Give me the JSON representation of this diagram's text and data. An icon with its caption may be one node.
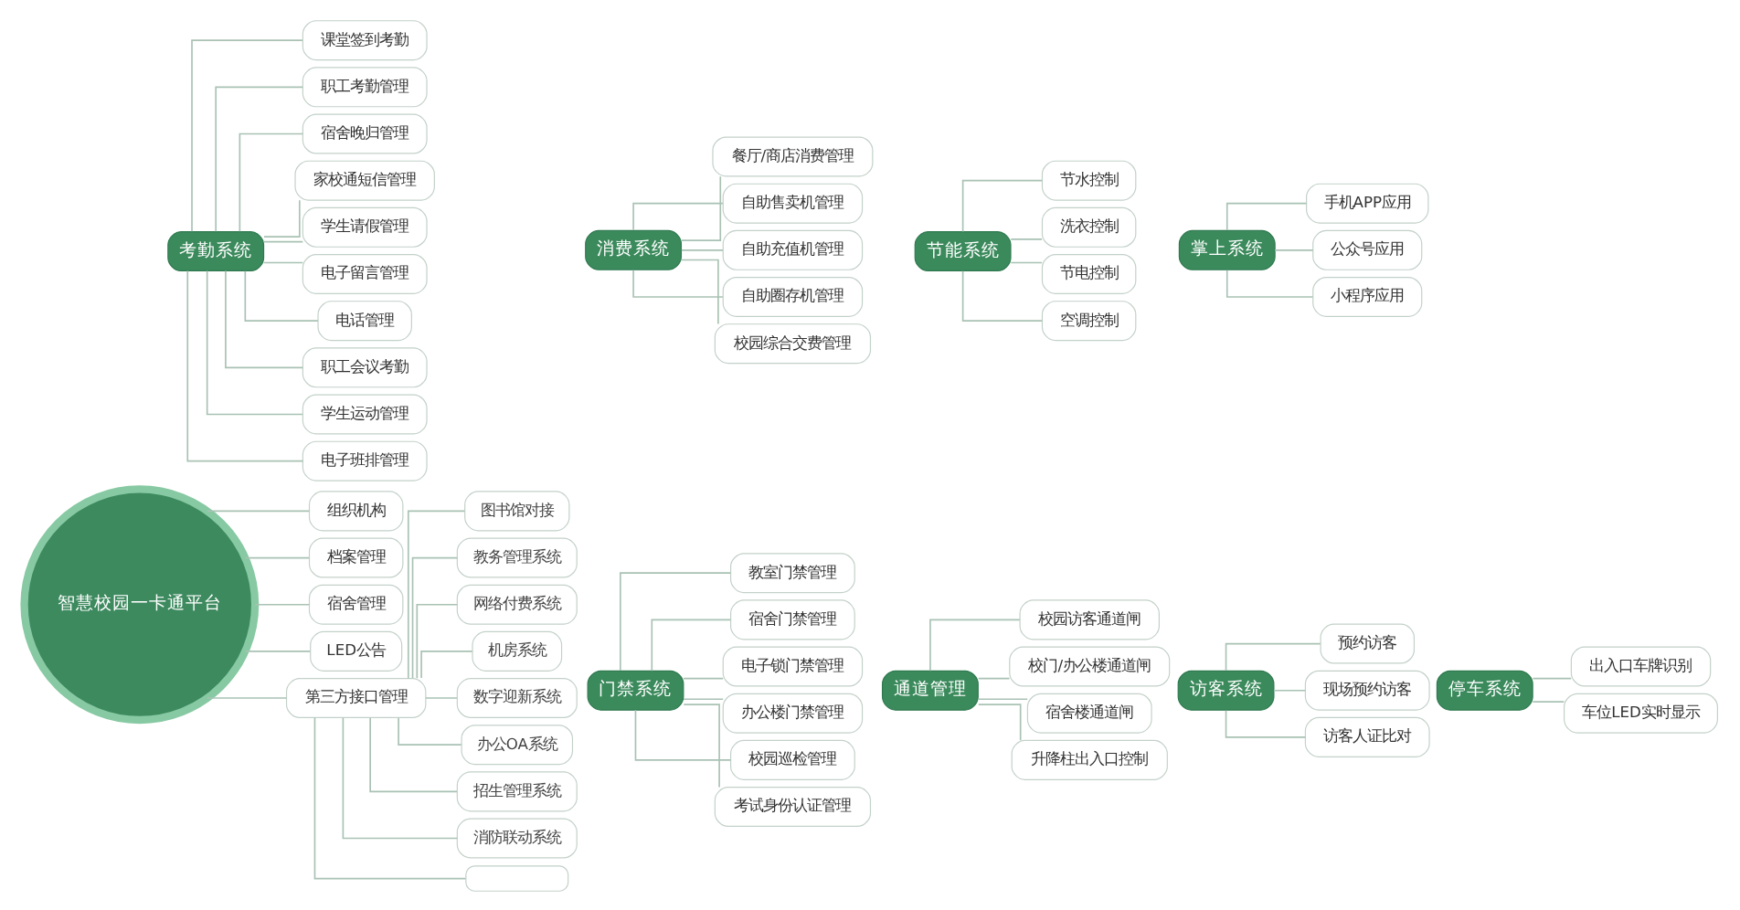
{
  "diagram": {
    "nodes": [
      {
        "text": [
          "智慧校园一卡通平台"
        ]
      },
      {
        "text": [
          "通道管理"
        ]
      },
      {
        "text": [
          "停车系统"
        ]
      },
      {
        "text": [
          "访客系统"
        ]
      },
      {
        "text": [
          "门禁系统"
        ]
      },
      {
        "text": [
          "节能系统"
        ]
      },
      {
        "text": [
          "掌上系统"
        ]
      },
      {
        "text": [
          "消费系统"
        ]
      },
      {
        "text": [
          "考勤系统"
        ]
      },
      {
        "text": [
          "校园访客通道闸"
        ]
      },
      {
        "text": [
          "校门/办公楼通道闸"
        ]
      },
      {
        "text": [
          "宿舍楼通道闸"
        ]
      },
      {
        "text": [
          "升降柱出入口控制"
        ]
      },
      {
        "text": [
          "出入口车牌识别"
        ]
      },
      {
        "text": [
          "车位LED实时显示"
        ]
      },
      {
        "text": [
          "预约访客"
        ]
      },
      {
        "text": [
          "现场预约访客"
        ]
      },
      {
        "text": [
          "访客人证比对"
        ]
      },
      {
        "text": [
          "教室门禁管理"
        ]
      },
      {
        "text": [
          "宿舍门禁管理"
        ]
      },
      {
        "text": [
          "电子锁门禁管理"
        ]
      },
      {
        "text": [
          "办公楼门禁管理"
        ]
      },
      {
        "text": [
          "校园巡检管理"
        ]
      },
      {
        "text": [
          "考试身份认证管理"
        ]
      },
      {
        "text": [
          "节水控制"
        ]
      },
      {
        "text": [
          "洗衣控制"
        ]
      },
      {
        "text": [
          "节电控制"
        ]
      },
      {
        "text": [
          "空调控制"
        ]
      },
      {
        "text": [
          "手机APP应用"
        ]
      },
      {
        "text": [
          "公众号应用"
        ]
      },
      {
        "text": [
          "小程序应用"
        ]
      },
      {
        "text": [
          "餐厅/商店消费管理"
        ]
      },
      {
        "text": [
          "自助售卖机管理"
        ]
      },
      {
        "text": [
          "自助充值机管理"
        ]
      },
      {
        "text": [
          "自助圈存机管理"
        ]
      },
      {
        "text": [
          "校园综合交费管理"
        ]
      },
      {
        "text": [
          "课堂签到考勤"
        ]
      },
      {
        "text": [
          "职工考勤管理"
        ]
      },
      {
        "text": [
          "宿舍晚归管理"
        ]
      },
      {
        "text": [
          "家校通短信管理"
        ]
      },
      {
        "text": [
          "学生请假管理"
        ]
      },
      {
        "text": [
          "电子留言管理"
        ]
      },
      {
        "text": [
          "电话管理"
        ]
      },
      {
        "text": [
          "职工会议考勤"
        ]
      },
      {
        "text": [
          "学生运动管理"
        ]
      },
      {
        "text": [
          "电子班排管理"
        ]
      },
      {
        "text": [
          "组织机构"
        ]
      },
      {
        "text": [
          "档案管理"
        ]
      },
      {
        "text": [
          "宿舍管理"
        ]
      },
      {
        "text": [
          "LED公告"
        ]
      },
      {
        "text": [
          "第三方接口管理"
        ]
      },
      {
        "text": [
          "图书馆对接"
        ]
      },
      {
        "text": [
          "教务管理系统"
        ]
      },
      {
        "text": [
          "网络付费系统"
        ]
      },
      {
        "text": [
          "机房系统"
        ]
      },
      {
        "text": [
          "数字迎新系统"
        ]
      },
      {
        "text": [
          "办公OA系统"
        ]
      },
      {
        "text": [
          "招生管理系统"
        ]
      },
      {
        "text": [
          "消防联动系统"
        ]
      },
      {
        "text": [],
        "shape": "box"
      }
    ],
    "edges": [
      {
        "from": 1,
        "to": 9,
        "arrow": "none"
      },
      {
        "from": 1,
        "to": 10,
        "arrow": "none"
      },
      {
        "from": 1,
        "to": 11,
        "arrow": "none"
      },
      {
        "from": 1,
        "to": 12,
        "arrow": "none"
      },
      {
        "from": 2,
        "to": 13,
        "arrow": "none"
      },
      {
        "from": 2,
        "to": 14,
        "arrow": "none"
      },
      {
        "from": 3,
        "to": 15,
        "arrow": "none"
      },
      {
        "from": 3,
        "to": 16,
        "arrow": "none"
      },
      {
        "from": 3,
        "to": 17,
        "arrow": "none"
      },
      {
        "from": 4,
        "to": 18,
        "arrow": "none"
      },
      {
        "from": 4,
        "to": 19,
        "arrow": "none"
      },
      {
        "from": 4,
        "to": 20,
        "arrow": "none"
      },
      {
        "from": 4,
        "to": 21,
        "arrow": "none"
      },
      {
        "from": 4,
        "to": 22,
        "arrow": "none"
      },
      {
        "from": 4,
        "to": 23,
        "arrow": "none"
      },
      {
        "from": 5,
        "to": 24,
        "arrow": "none"
      },
      {
        "from": 5,
        "to": 25,
        "arrow": "none"
      },
      {
        "from": 5,
        "to": 26,
        "arrow": "none"
      },
      {
        "from": 5,
        "to": 27,
        "arrow": "none"
      },
      {
        "from": 6,
        "to": 28,
        "arrow": "none"
      },
      {
        "from": 6,
        "to": 29,
        "arrow": "none"
      },
      {
        "from": 6,
        "to": 30,
        "arrow": "none"
      },
      {
        "from": 7,
        "to": 31,
        "arrow": "none"
      },
      {
        "from": 7,
        "to": 32,
        "arrow": "none"
      },
      {
        "from": 7,
        "to": 33,
        "arrow": "none"
      },
      {
        "from": 7,
        "to": 34,
        "arrow": "none"
      },
      {
        "from": 7,
        "to": 35,
        "arrow": "none"
      },
      {
        "from": 8,
        "to": 36,
        "arrow": "none"
      },
      {
        "from": 8,
        "to": 37,
        "arrow": "none"
      },
      {
        "from": 8,
        "to": 38,
        "arrow": "none"
      },
      {
        "from": 8,
        "to": 39,
        "arrow": "none"
      },
      {
        "from": 8,
        "to": 40,
        "arrow": "none"
      },
      {
        "from": 8,
        "to": 41,
        "arrow": "none"
      },
      {
        "from": 8,
        "to": 42,
        "arrow": "none"
      },
      {
        "from": 8,
        "to": 43,
        "arrow": "none"
      },
      {
        "from": 8,
        "to": 44,
        "arrow": "none"
      },
      {
        "from": 8,
        "to": 45,
        "arrow": "none"
      },
      {
        "from": 0,
        "to": 46,
        "arrow": "none"
      },
      {
        "from": 0,
        "to": 47,
        "arrow": "none"
      },
      {
        "from": 0,
        "to": 48,
        "arrow": "none"
      },
      {
        "from": 0,
        "to": 49,
        "arrow": "none"
      },
      {
        "from": 0,
        "to": 50,
        "arrow": "none"
      },
      {
        "from": 50,
        "to": 51,
        "arrow": "none"
      },
      {
        "from": 50,
        "to": 52,
        "arrow": "none"
      },
      {
        "from": 50,
        "to": 53,
        "arrow": "none"
      },
      {
        "from": 50,
        "to": 54,
        "arrow": "none"
      },
      {
        "from": 50,
        "to": 55,
        "arrow": "none"
      },
      {
        "from": 50,
        "to": 56,
        "arrow": "none"
      },
      {
        "from": 50,
        "to": 57,
        "arrow": "none"
      },
      {
        "from": 50,
        "to": 58,
        "arrow": "none"
      },
      {
        "from": 50,
        "to": 59,
        "arrow": "none"
      }
    ]
  }
}
